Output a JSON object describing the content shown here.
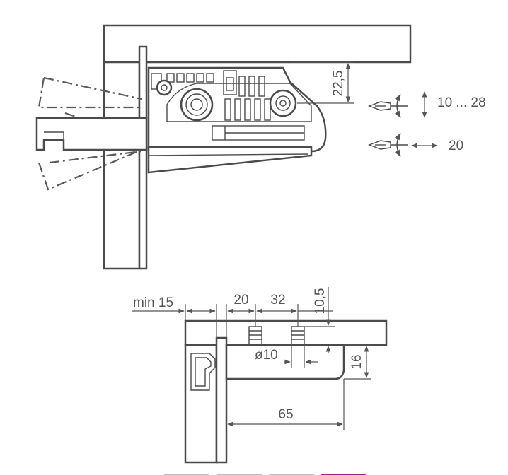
{
  "top_view": {
    "dim_height": "22,5",
    "adjust_vertical": "10 ... 28",
    "adjust_depth": "20"
  },
  "bottom_view": {
    "dim_min": "min 15",
    "dim_20": "20",
    "dim_32": "32",
    "dim_10_5": "10,5",
    "dim_diameter": "ø10",
    "dim_16": "16",
    "dim_65": "65"
  },
  "colors": {
    "line": "#4b4b4b",
    "accent_swatch": "#8e2a8e"
  },
  "icons": [
    "screwdriver-icon",
    "rotate-arrow-icon",
    "vertical-arrow-icon",
    "horizontal-arrow-icon"
  ]
}
